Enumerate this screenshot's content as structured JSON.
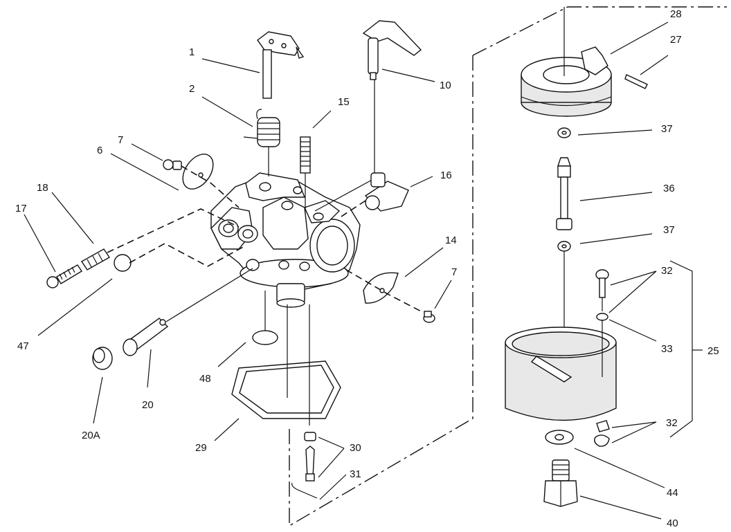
{
  "diagram": {
    "type": "exploded-parts-view",
    "callouts": [
      {
        "id": "c1",
        "text": "1"
      },
      {
        "id": "c2",
        "text": "2"
      },
      {
        "id": "c15",
        "text": "15"
      },
      {
        "id": "c10",
        "text": "10"
      },
      {
        "id": "c7a",
        "text": "7"
      },
      {
        "id": "c6",
        "text": "6"
      },
      {
        "id": "c18",
        "text": "18"
      },
      {
        "id": "c17",
        "text": "17"
      },
      {
        "id": "c16",
        "text": "16"
      },
      {
        "id": "c14",
        "text": "14"
      },
      {
        "id": "c7b",
        "text": "7"
      },
      {
        "id": "c47",
        "text": "47"
      },
      {
        "id": "c48",
        "text": "48"
      },
      {
        "id": "c20",
        "text": "20"
      },
      {
        "id": "c20A",
        "text": "20A"
      },
      {
        "id": "c29",
        "text": "29"
      },
      {
        "id": "c30",
        "text": "30"
      },
      {
        "id": "c31",
        "text": "31"
      },
      {
        "id": "c28",
        "text": "28"
      },
      {
        "id": "c27",
        "text": "27"
      },
      {
        "id": "c37a",
        "text": "37"
      },
      {
        "id": "c36",
        "text": "36"
      },
      {
        "id": "c37b",
        "text": "37"
      },
      {
        "id": "c32a",
        "text": "32"
      },
      {
        "id": "c33",
        "text": "33"
      },
      {
        "id": "c25",
        "text": "25"
      },
      {
        "id": "c32b",
        "text": "32"
      },
      {
        "id": "c44",
        "text": "44"
      },
      {
        "id": "c40",
        "text": "40"
      }
    ]
  }
}
